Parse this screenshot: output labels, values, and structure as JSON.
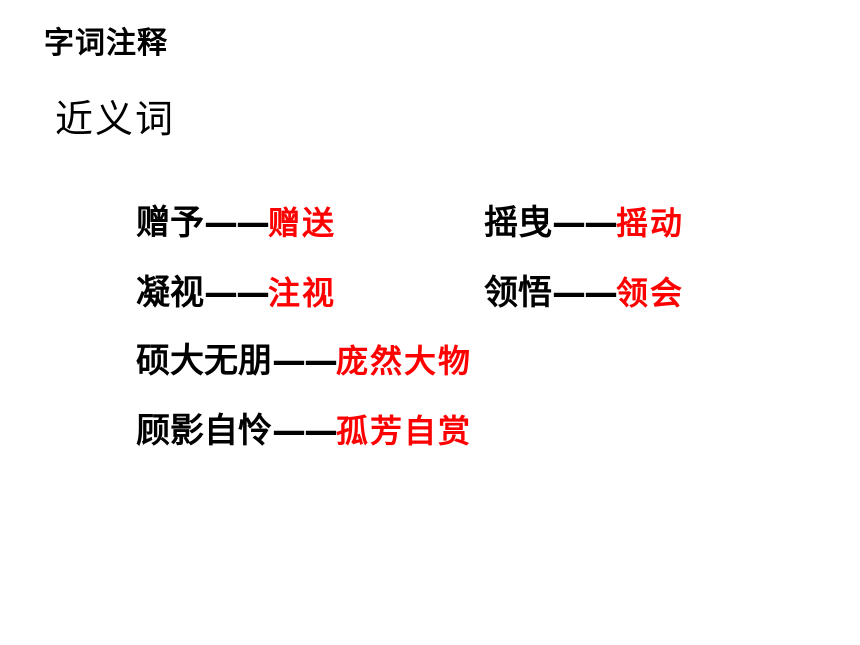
{
  "title": "字词注释",
  "section": {
    "heading": "近义词"
  },
  "dash": "——",
  "pairs": [
    {
      "term": "赠予",
      "synonym": "赠送"
    },
    {
      "term": "摇曳",
      "synonym": "摇动"
    },
    {
      "term": "凝视",
      "synonym": "注视"
    },
    {
      "term": "领悟",
      "synonym": "领会"
    },
    {
      "term": "硕大无朋",
      "synonym": "庞然大物"
    },
    {
      "term": "顾影自怜",
      "synonym": "孤芳自赏"
    }
  ],
  "colors": {
    "synonym_text": "#ff0000",
    "term_text": "#000000",
    "background": "#ffffff"
  }
}
